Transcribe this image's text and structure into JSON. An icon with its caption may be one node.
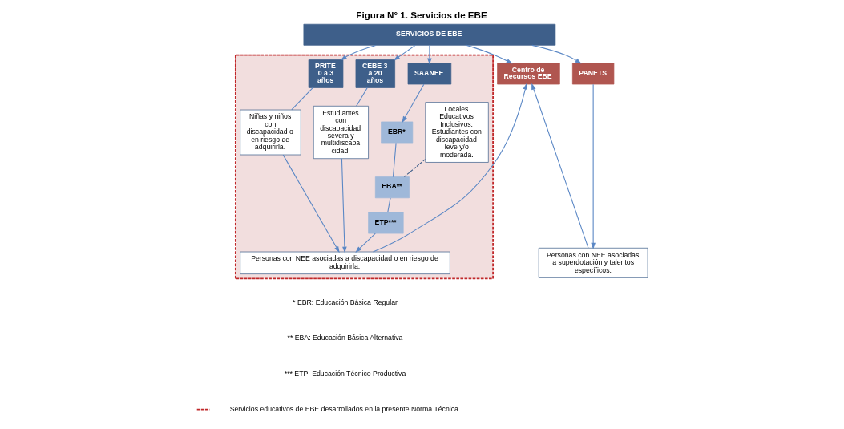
{
  "diagram": {
    "title": "Figura N° 1. Servicios de EBE",
    "nodes": [
      {
        "text": [
          "SERVICIOS DE EBE"
        ]
      },
      {
        "text": [],
        "shape": "box"
      },
      {
        "text": [
          "PRITE 0 a 3 años"
        ],
        "in": 1
      },
      {
        "text": [
          "CEBE 3 a 20 años"
        ],
        "in": 1
      },
      {
        "text": [
          "SAANEE"
        ],
        "in": 1
      },
      {
        "text": [
          "Niñas y niños con discapacidad o en riesgo de adquirirla."
        ],
        "in": 1
      },
      {
        "text": [
          "Estudiantes con discapacidad severa y multidiscapa cidad."
        ],
        "in": 1
      },
      {
        "text": [
          "EBR*"
        ],
        "in": 1
      },
      {
        "text": [
          "EBA**"
        ],
        "in": 1
      },
      {
        "text": [
          "ETP***"
        ],
        "in": 1
      },
      {
        "text": [
          "Locales Educativos Inclusivos: Estudiantes con discapacidad leve y/o moderada."
        ],
        "in": 1
      },
      {
        "text": [
          "Personas con NEE asociadas a discapacidad o en riesgo de adquirirla."
        ],
        "in": 1
      },
      {
        "text": [
          "Centro de Recursos EBE"
        ]
      },
      {
        "text": [
          "PANETS"
        ]
      },
      {
        "text": [
          "Personas con NEE asociadas a superdotación y talentos específicos."
        ]
      }
    ],
    "edges": [
      {
        "from": 0,
        "to": 2,
        "arrow": "to"
      },
      {
        "from": 0,
        "to": 3,
        "arrow": "to"
      },
      {
        "from": 0,
        "to": 4,
        "arrow": "to"
      },
      {
        "from": 0,
        "to": 12,
        "arrow": "to"
      },
      {
        "from": 0,
        "to": 13,
        "arrow": "to"
      },
      {
        "from": 2,
        "to": 5,
        "arrow": "none"
      },
      {
        "from": 3,
        "to": 6,
        "arrow": "none"
      },
      {
        "from": 4,
        "to": 7,
        "arrow": "to"
      },
      {
        "from": 7,
        "to": 8,
        "arrow": "none"
      },
      {
        "from": 8,
        "to": 9,
        "arrow": "none"
      },
      {
        "from": 8,
        "to": 10,
        "arrow": "none",
        "style": "dashed",
        "color": "#3e5f8a"
      },
      {
        "from": 5,
        "to": 11,
        "arrow": "to"
      },
      {
        "from": 6,
        "to": 11,
        "arrow": "to"
      },
      {
        "from": 9,
        "to": 11,
        "arrow": "to"
      },
      {
        "from": 11,
        "to": 12,
        "arrow": "to"
      },
      {
        "from": 14,
        "to": 12,
        "arrow": "to"
      },
      {
        "from": 13,
        "to": 14,
        "arrow": "to"
      }
    ],
    "labels": [
      "* EBR: Educación Básica Regular",
      "** EBA: Educación Básica Alternativa",
      "*** ETP: Educación Técnico Productiva"
    ],
    "legend": [
      {
        "text": "Servicios educativos de EBE desarrollados en la presente Norma Técnica."
      }
    ]
  }
}
